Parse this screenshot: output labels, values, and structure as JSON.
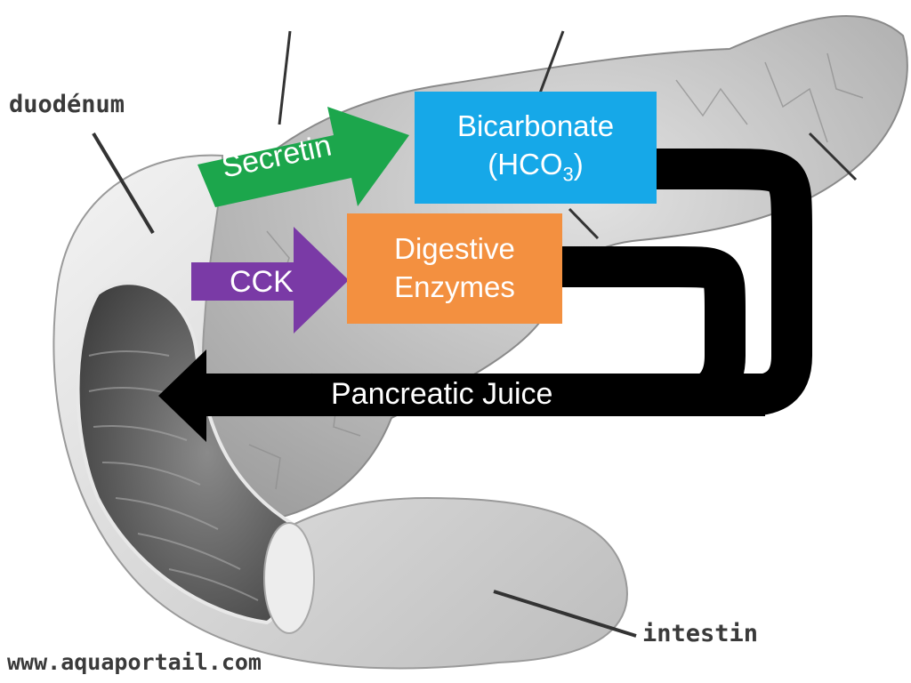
{
  "colors": {
    "bicarbonate": "#16a8e8",
    "enzymes": "#f39040",
    "secretin": "#1ca64c",
    "cck": "#7a3aa6",
    "juice": "#000000",
    "tissue": "#c9c9c9",
    "tissue_dark": "#7a7a7a"
  },
  "boxes": {
    "bicarbonate_line1": "Bicarbonate",
    "bicarbonate_line2_prefix": "(HCO",
    "bicarbonate_subscript": "3",
    "bicarbonate_line2_suffix": ")",
    "enzymes_line1": "Digestive",
    "enzymes_line2": "Enzymes"
  },
  "arrows": {
    "secretin": "Secretin",
    "cck": "CCK",
    "juice": "Pancreatic Juice"
  },
  "labels": {
    "duodenum": "duodénum",
    "intestin": "intestin",
    "watermark": "www.aquaportail.com"
  }
}
